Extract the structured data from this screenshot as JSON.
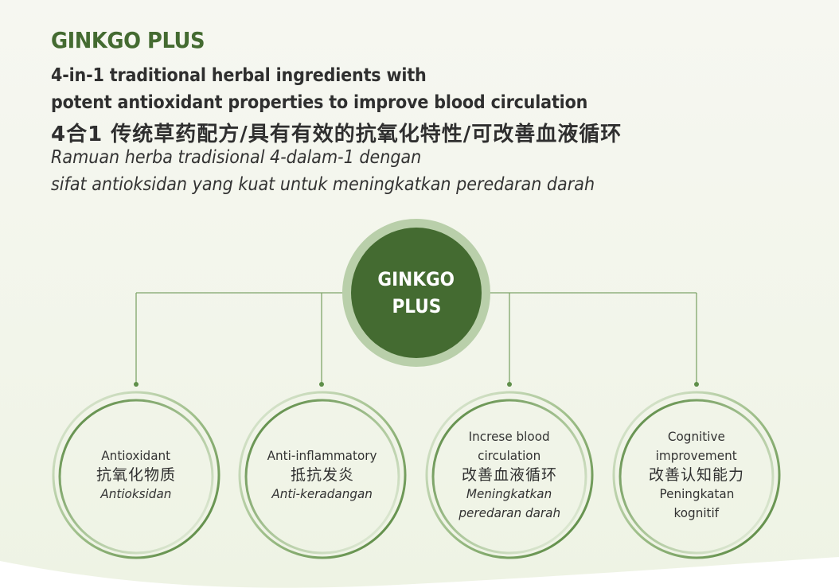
{
  "header": {
    "title": "GINKGO PLUS",
    "tagline_en": [
      "4-in-1 traditional herbal ingredients with",
      "potent antioxidant properties to improve blood circulation"
    ],
    "tagline_zh": "4合1 传统草药配方/具有有效的抗氧化特性/可改善血液循环",
    "tagline_ms": [
      "Ramuan herba tradisional 4-dalam-1 dengan",
      "sifat antioksidan yang kuat untuk meningkatkan peredaran darah"
    ]
  },
  "center_node": {
    "lines": [
      "GINKGO",
      "PLUS"
    ]
  },
  "benefits": [
    {
      "en": [
        "Antioxidant"
      ],
      "zh": "抗氧化物质",
      "ms": [
        "Antioksidan"
      ],
      "ms_italic": true
    },
    {
      "en": [
        "Anti-inflammatory"
      ],
      "zh": "抵抗发炎",
      "ms": [
        "Anti-keradangan"
      ],
      "ms_italic": true
    },
    {
      "en": [
        "Increse blood",
        "circulation"
      ],
      "zh": "改善血液循环",
      "ms": [
        "Meningkatkan",
        "peredaran darah"
      ],
      "ms_italic": true
    },
    {
      "en": [
        "Cognitive",
        "improvement"
      ],
      "zh": "改善认知能力",
      "ms": [
        "Peningkatan",
        "kognitif"
      ],
      "ms_italic": false
    }
  ],
  "colors": {
    "brand_green": "#446b31",
    "ring_light_green": "#b9cfaa",
    "connector_green": "#7fa56a",
    "text_dark": "#2f2f2f",
    "background": "#f4f6ee"
  }
}
